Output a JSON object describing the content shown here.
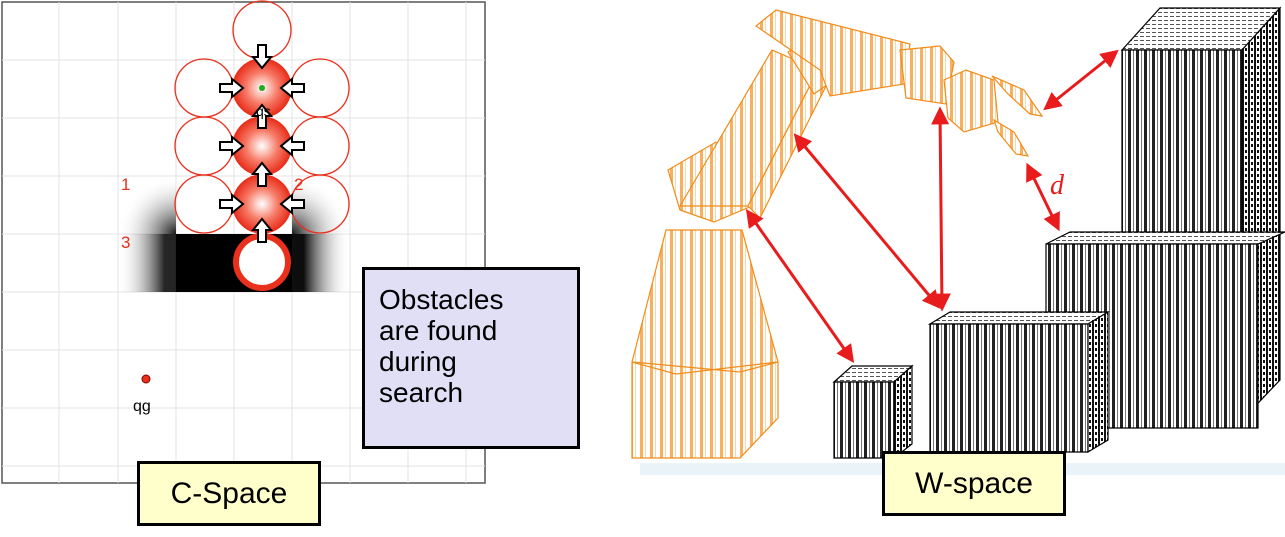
{
  "cspace": {
    "caption": "C-Space",
    "goal_label": "qg",
    "start_label": "qs",
    "region_labels": [
      "1",
      "2",
      "3"
    ]
  },
  "note": {
    "lines": [
      "Obstacles",
      "are found",
      "during",
      "search"
    ]
  },
  "wspace": {
    "caption": "W-space",
    "distance_label": "d"
  },
  "colors": {
    "expanded_node": "#e8301c",
    "node_outline": "#e8301c",
    "robot": "#f59a2a",
    "distance_arrow": "#e81c1c",
    "caption_fill": "#ffffcc",
    "note_fill": "#e0dff5"
  },
  "icons": {
    "expansion_arrow": "white-arrow-icon",
    "start_marker": "green-dot-icon",
    "goal_marker": "red-dot-icon"
  }
}
